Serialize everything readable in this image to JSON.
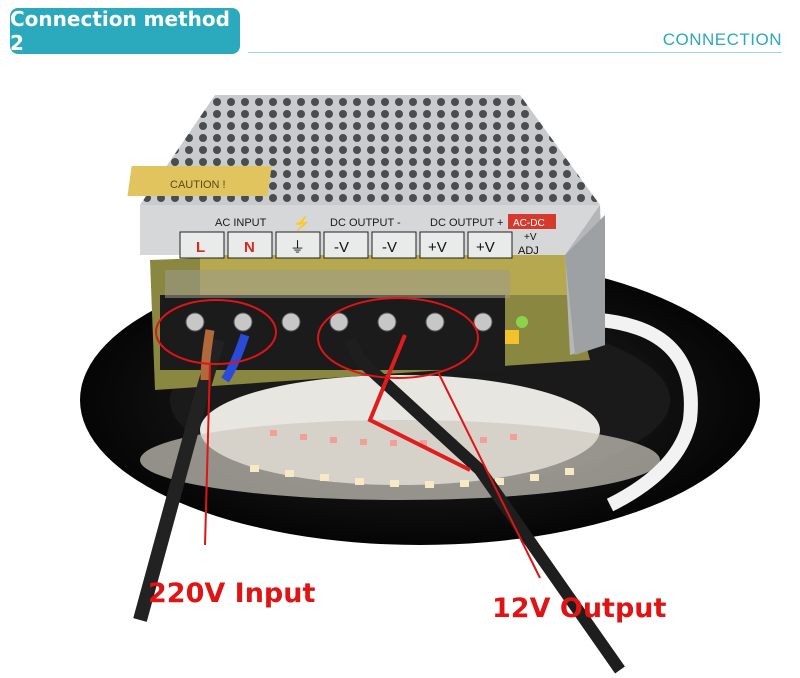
{
  "header": {
    "title": "Connection method 2",
    "section": "CONNECTION"
  },
  "psu": {
    "caution": "CAUTION !",
    "ac_input": "AC INPUT",
    "dc_output_minus": "DC OUTPUT -",
    "dc_output_plus": "DC OUTPUT +",
    "ac_dc_badge": "AC-DC",
    "terminals": [
      "L",
      "N",
      "⏚",
      "-V",
      "-V",
      "+V",
      "+V"
    ],
    "adj_top": "+V",
    "adj_bottom": "ADJ"
  },
  "callouts": {
    "input": "220V Input",
    "output": "12V Output"
  },
  "colors": {
    "accent": "#2ba9bd",
    "callout": "#e01414"
  }
}
